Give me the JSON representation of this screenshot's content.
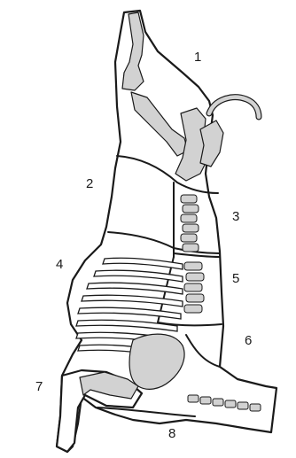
{
  "cuts": [
    {
      "number": "1"
    },
    {
      "number": "2"
    },
    {
      "number": "3"
    },
    {
      "number": "4"
    },
    {
      "number": "5"
    },
    {
      "number": "6"
    },
    {
      "number": "7"
    },
    {
      "number": "8"
    }
  ],
  "colors": {
    "outline": "#1a1a1a",
    "bone": "#d2d2d2",
    "background": "#ffffff"
  }
}
